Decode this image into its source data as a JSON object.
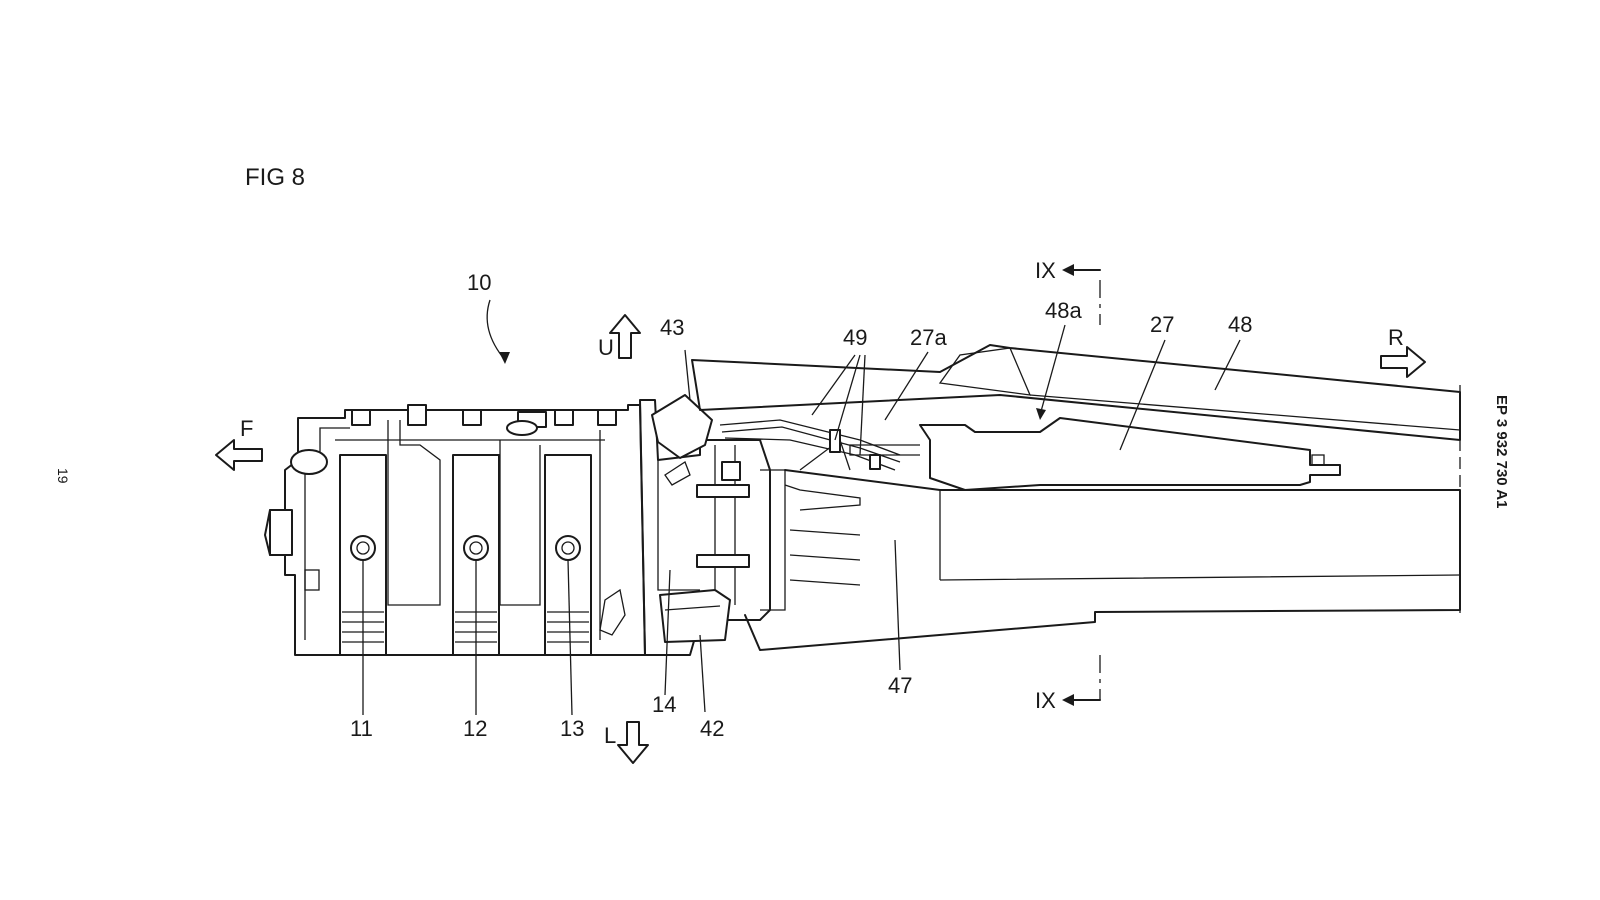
{
  "figure": {
    "title": "FIG 8",
    "page_number": "19",
    "publication_number": "EP 3 932 730 A1"
  },
  "reference_labels": {
    "assembly": "10",
    "first": "11",
    "second": "12",
    "third": "13",
    "fourth": "14",
    "part_27": "27",
    "part_27a": "27a",
    "part_42": "42",
    "part_43": "43",
    "part_47": "47",
    "part_48": "48",
    "part_48a": "48a",
    "part_49": "49"
  },
  "direction_labels": {
    "front": "F",
    "rear": "R",
    "up": "U",
    "down": "L"
  },
  "section_labels": {
    "top": "IX",
    "bottom": "IX"
  }
}
